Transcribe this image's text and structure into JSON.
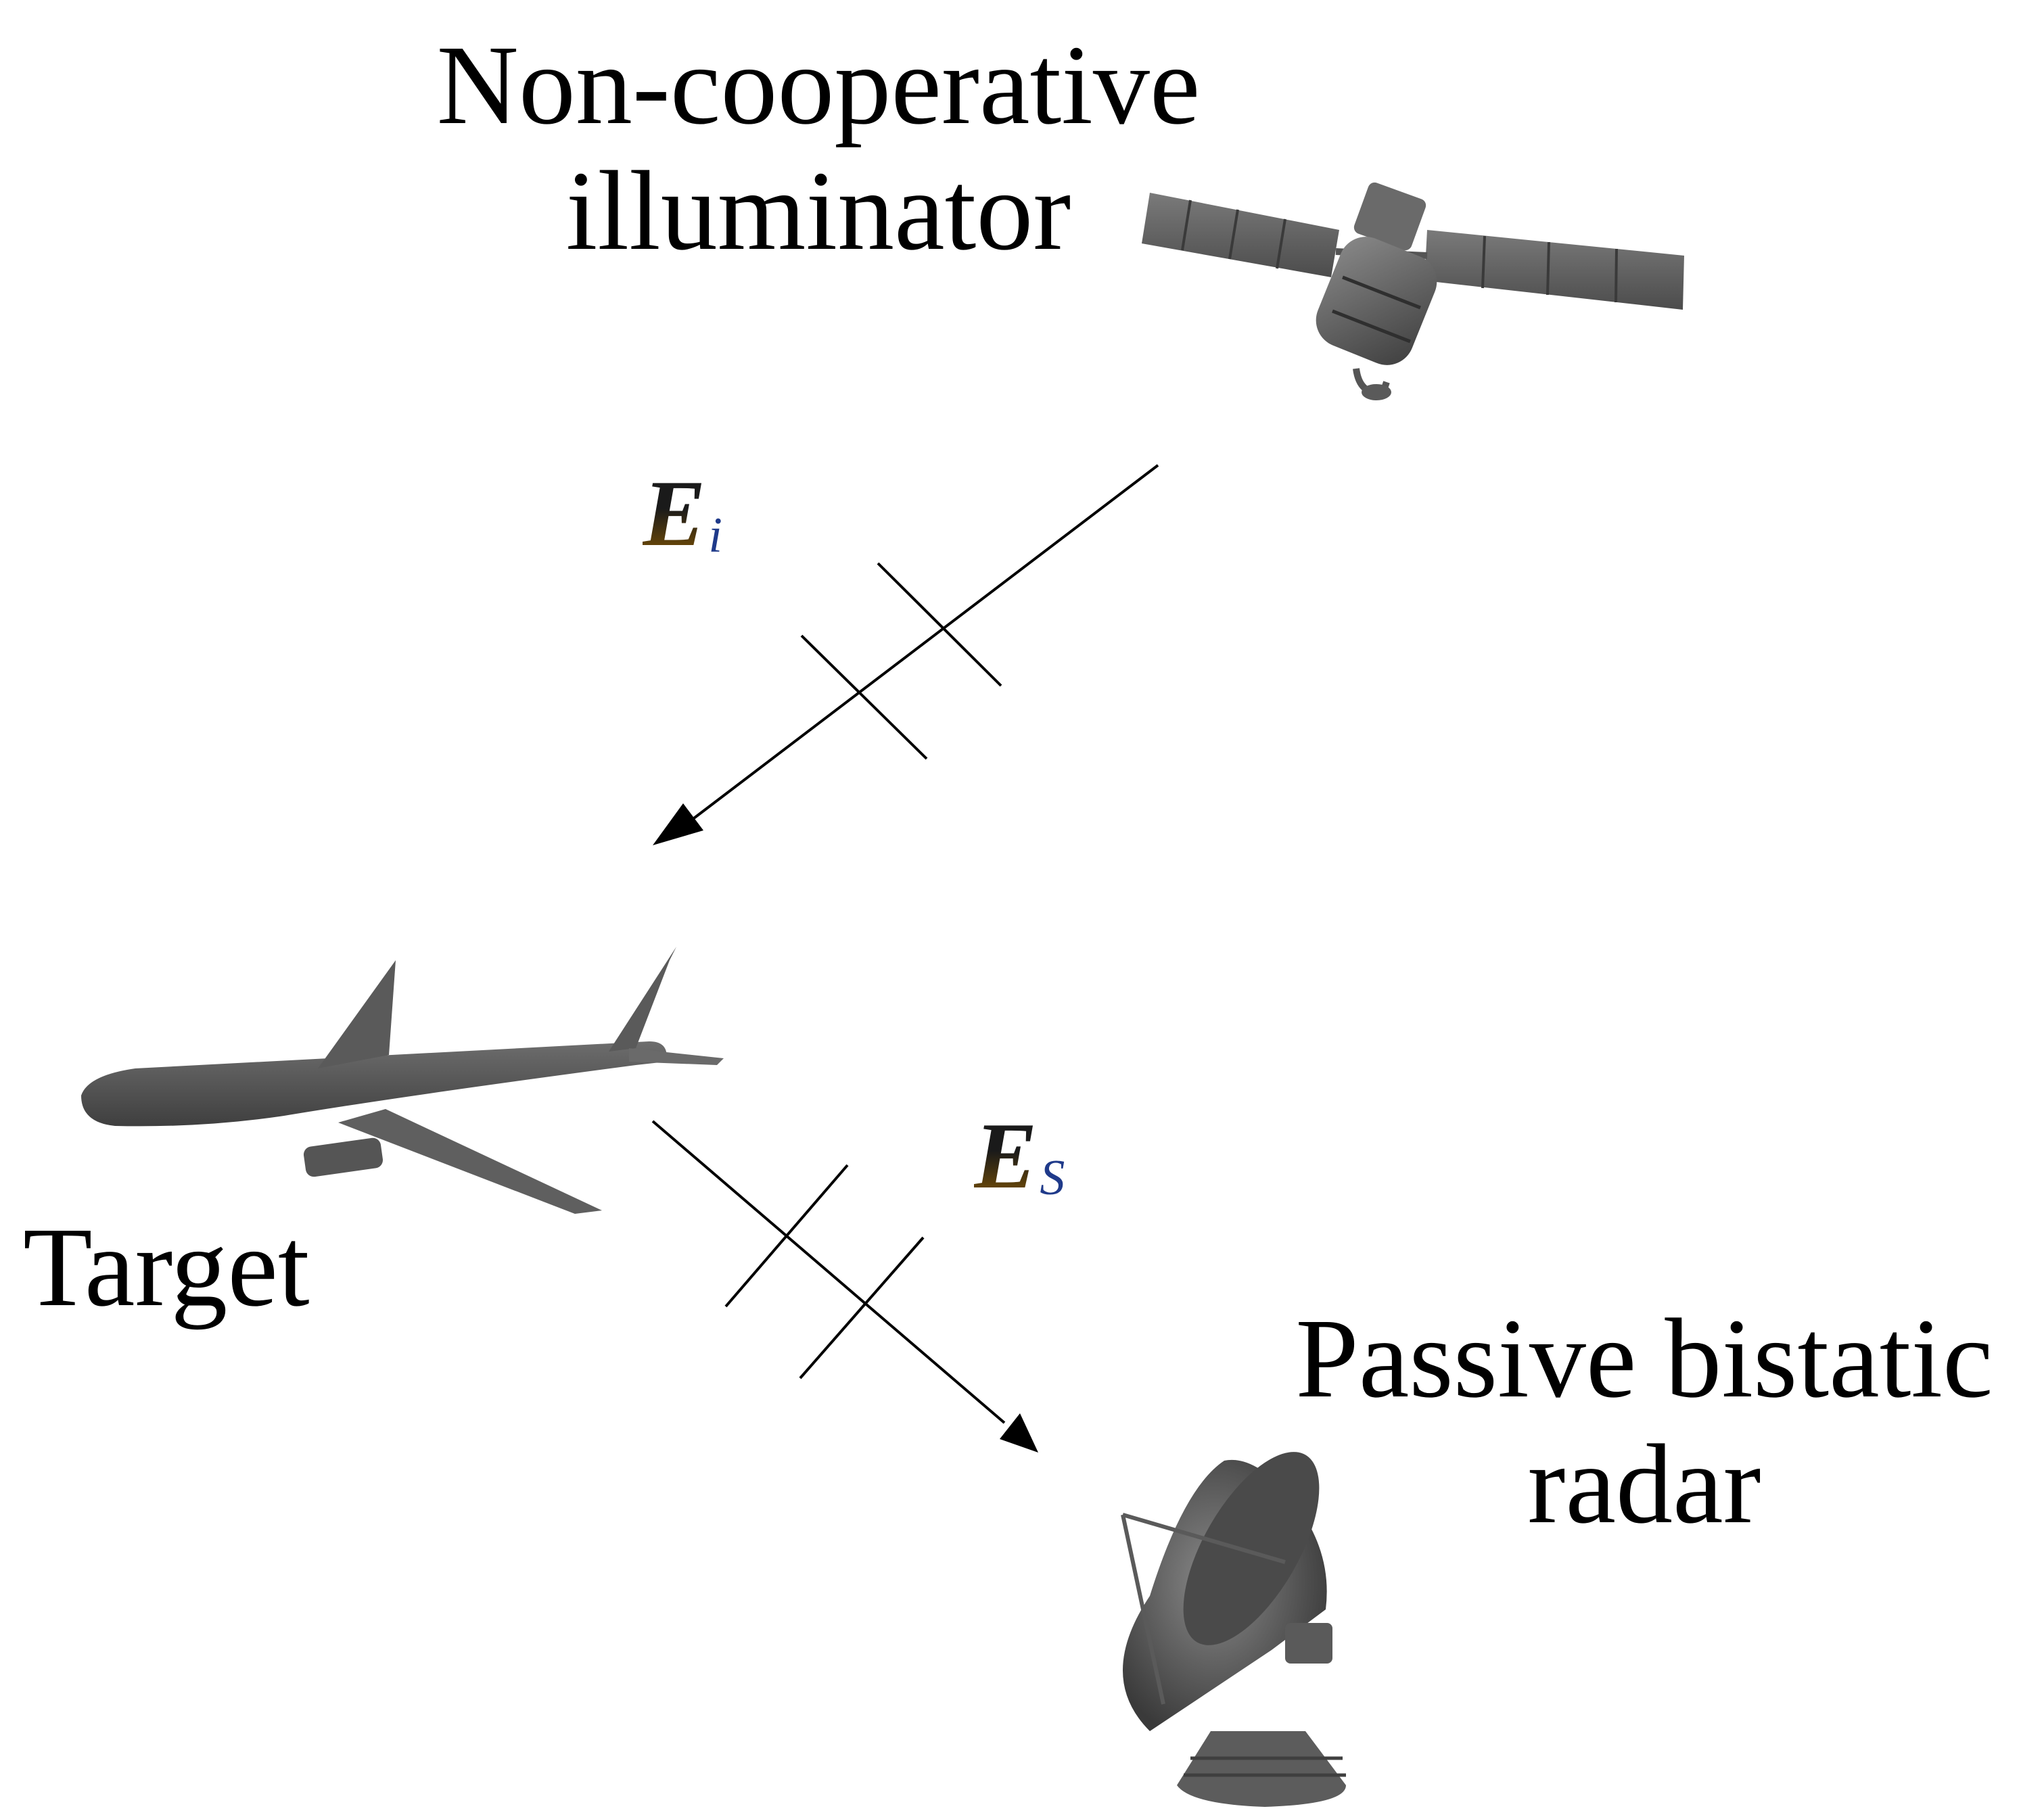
{
  "labels": {
    "illuminator_line1": "Non-cooperative",
    "illuminator_line2": "illuminator",
    "target": "Target",
    "radar_line1": "Passive bistatic",
    "radar_line2": "radar"
  },
  "symbols": {
    "incident_field": "E",
    "incident_subscript": "i",
    "scattered_field": "E",
    "scattered_subscript": "S"
  },
  "icons": {
    "illuminator": "satellite-icon",
    "target": "airplane-icon",
    "receiver": "radar-dish-icon"
  },
  "colors": {
    "line": "#000000",
    "object_fill": "#5f5f5f",
    "background": "#ffffff"
  }
}
